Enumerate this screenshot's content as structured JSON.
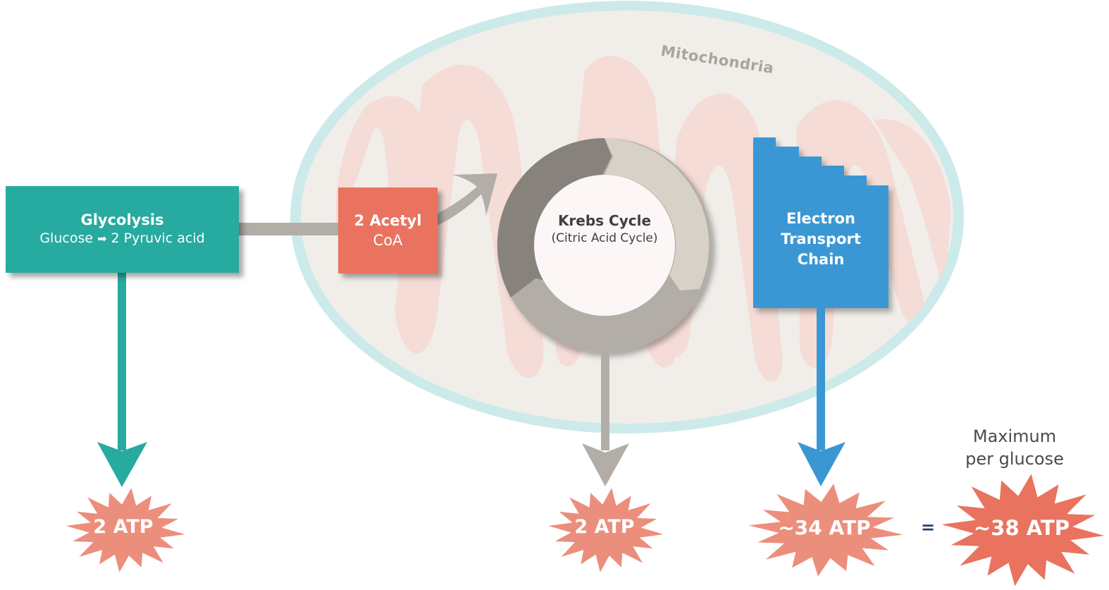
{
  "title": "Cellular respiration ATP yield",
  "colors": {
    "glycolysis": "#27aaa0",
    "acetyl_coa": "#e9735f",
    "krebs_dark": "#87827c",
    "krebs_light": "#d8d1c7",
    "krebs_mid": "#b2aea7",
    "etc": "#3a97d4",
    "atp_burst": "#ec8e7c",
    "atp_total": "#e9735f",
    "mito_membrane": "#cdeaea",
    "mito_matrix": "#f1eeea",
    "cristae": "#f6dcd6",
    "equals": "#22426a"
  },
  "mitochondria": {
    "label": "Mitochondria"
  },
  "glycolysis": {
    "title": "Glycolysis",
    "subtitle_from": "Glucose",
    "subtitle_arrow": "➡",
    "subtitle_to": "2 Pyruvic acid",
    "atp": "2 ATP"
  },
  "acetyl_coa": {
    "line1": "2 Acetyl",
    "line2": "CoA"
  },
  "krebs": {
    "title": "Krebs Cycle",
    "subtitle": "(Citric Acid Cycle)",
    "atp": "2 ATP"
  },
  "etc": {
    "line1": "Electron",
    "line2": "Transport",
    "line3": "Chain",
    "atp": "~34 ATP"
  },
  "total": {
    "equals": "=",
    "caption_line1": "Maximum",
    "caption_line2": "per glucose",
    "atp": "~38 ATP"
  }
}
